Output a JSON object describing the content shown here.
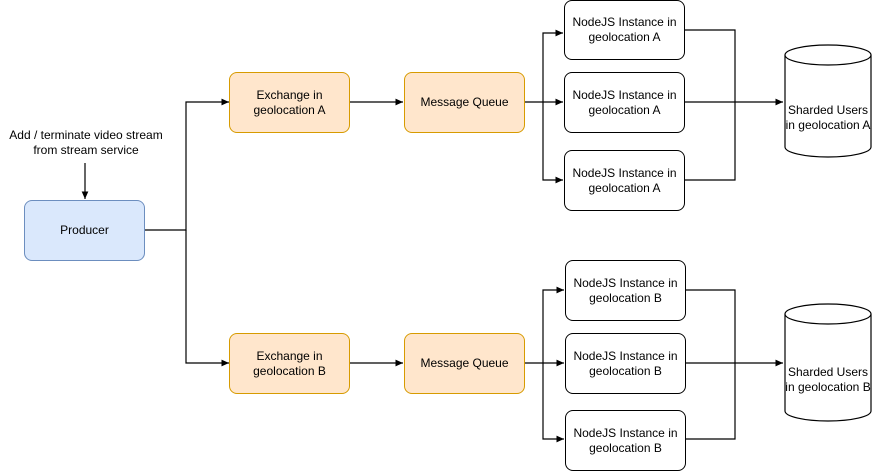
{
  "input_label": "Add / terminate video stream from stream service",
  "producer": "Producer",
  "groups": [
    {
      "exchange": "Exchange in geolocation A",
      "queue": "Message Queue",
      "instances": [
        "NodeJS Instance in geolocation A",
        "NodeJS Instance in geolocation A",
        "NodeJS Instance in geolocation A"
      ],
      "database": "Sharded Users in geolocation A"
    },
    {
      "exchange": "Exchange in geolocation B",
      "queue": "Message Queue",
      "instances": [
        "NodeJS Instance in geolocation B",
        "NodeJS Instance in geolocation B",
        "NodeJS Instance in geolocation B"
      ],
      "database": "Sharded Users in geolocation B"
    }
  ],
  "colors": {
    "producer_fill": "#dae8fc",
    "producer_stroke": "#6c8ebf",
    "exchange_fill": "#ffe6cc",
    "exchange_stroke": "#d79b00",
    "line": "#000000"
  }
}
